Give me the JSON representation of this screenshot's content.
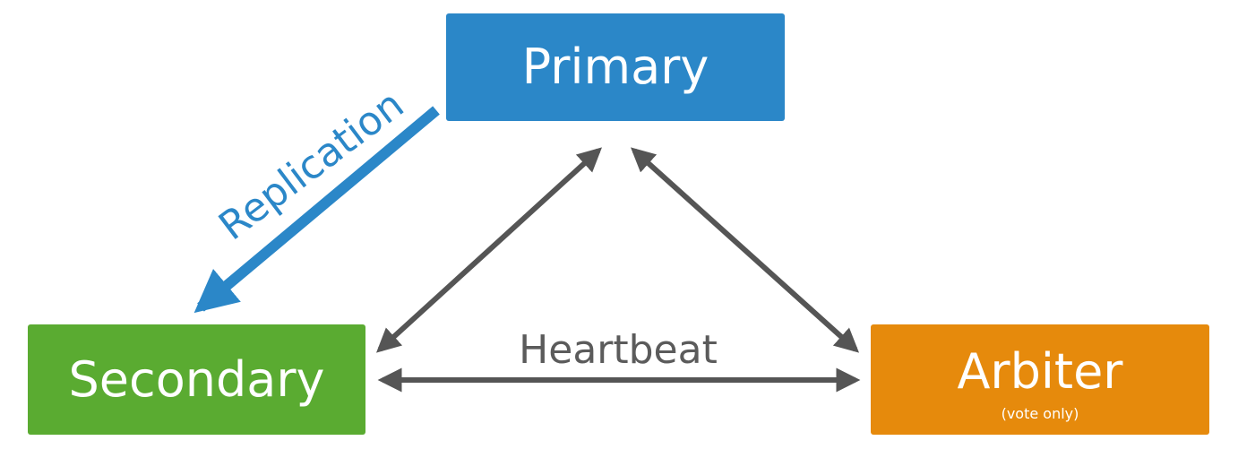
{
  "nodes": {
    "primary": {
      "label": "Primary",
      "color": "#2b87c8"
    },
    "secondary": {
      "label": "Secondary",
      "color": "#5aab31"
    },
    "arbiter": {
      "label": "Arbiter",
      "sublabel": "(vote only)",
      "color": "#e68a0c"
    }
  },
  "edges": {
    "replication": {
      "label": "Replication",
      "color": "#2b87c8"
    },
    "heartbeat": {
      "label": "Heartbeat",
      "color": "#5b5b5b"
    }
  }
}
